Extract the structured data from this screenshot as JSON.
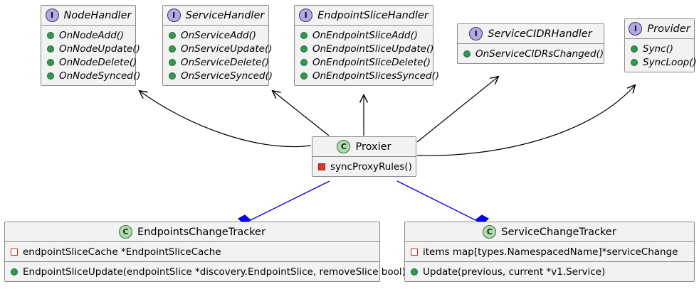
{
  "diagram": {
    "kind": "uml-class-diagram",
    "colors": {
      "box_fill": "#f2f2f2",
      "box_border": "#8a8a8a",
      "interface_icon": "#b4a7e5",
      "class_icon": "#adddab",
      "public_marker": "#2f9a4f",
      "private_method_marker": "#e5342f",
      "private_field_marker": "#cc2a26",
      "inheritance_edge": "#000000",
      "composition_edge": "#0000ff"
    }
  },
  "nodes": {
    "node_handler": {
      "stereotype": "I",
      "stereotype_name": "interface",
      "title": "NodeHandler",
      "members": [
        {
          "visibility": "public",
          "marker": "circle",
          "text": "OnNodeAdd()"
        },
        {
          "visibility": "public",
          "marker": "circle",
          "text": "OnNodeUpdate()"
        },
        {
          "visibility": "public",
          "marker": "circle",
          "text": "OnNodeDelete()"
        },
        {
          "visibility": "public",
          "marker": "circle",
          "text": "OnNodeSynced()"
        }
      ]
    },
    "service_handler": {
      "stereotype": "I",
      "stereotype_name": "interface",
      "title": "ServiceHandler",
      "members": [
        {
          "visibility": "public",
          "marker": "circle",
          "text": "OnServiceAdd()"
        },
        {
          "visibility": "public",
          "marker": "circle",
          "text": "OnServiceUpdate()"
        },
        {
          "visibility": "public",
          "marker": "circle",
          "text": "OnServiceDelete()"
        },
        {
          "visibility": "public",
          "marker": "circle",
          "text": "OnServiceSynced()"
        }
      ]
    },
    "endpoint_slice_handler": {
      "stereotype": "I",
      "stereotype_name": "interface",
      "title": "EndpointSliceHandler",
      "members": [
        {
          "visibility": "public",
          "marker": "circle",
          "text": "OnEndpointSliceAdd()"
        },
        {
          "visibility": "public",
          "marker": "circle",
          "text": "OnEndpointSliceUpdate()"
        },
        {
          "visibility": "public",
          "marker": "circle",
          "text": "OnEndpointSliceDelete()"
        },
        {
          "visibility": "public",
          "marker": "circle",
          "text": "OnEndpointSlicesSynced()"
        }
      ]
    },
    "service_cidr_handler": {
      "stereotype": "I",
      "stereotype_name": "interface",
      "title": "ServiceCIDRHandler",
      "members": [
        {
          "visibility": "public",
          "marker": "circle",
          "text": "OnServiceCIDRsChanged()"
        }
      ]
    },
    "provider": {
      "stereotype": "I",
      "stereotype_name": "interface",
      "title": "Provider",
      "members": [
        {
          "visibility": "public",
          "marker": "circle",
          "text": "Sync()"
        },
        {
          "visibility": "public",
          "marker": "circle",
          "text": "SyncLoop()"
        }
      ]
    },
    "proxier": {
      "stereotype": "C",
      "stereotype_name": "class",
      "title": "Proxier",
      "members": [
        {
          "visibility": "private",
          "marker": "square",
          "text": "syncProxyRules()"
        }
      ]
    },
    "endpoints_change_tracker": {
      "stereotype": "C",
      "stereotype_name": "class",
      "title": "EndpointsChangeTracker",
      "fields": [
        {
          "visibility": "private",
          "marker": "hollow-square",
          "text": "endpointSliceCache *EndpointSliceCache"
        }
      ],
      "methods": [
        {
          "visibility": "public",
          "marker": "circle",
          "text": "EndpointSliceUpdate(endpointSlice *discovery.EndpointSlice, removeSlice bool)"
        }
      ]
    },
    "service_change_tracker": {
      "stereotype": "C",
      "stereotype_name": "class",
      "title": "ServiceChangeTracker",
      "fields": [
        {
          "visibility": "private",
          "marker": "hollow-square",
          "text": "items map[types.NamespacedName]*serviceChange"
        }
      ],
      "methods": [
        {
          "visibility": "public",
          "marker": "circle",
          "text": "Update(previous, current *v1.Service)"
        }
      ]
    }
  },
  "edges": [
    {
      "from": "proxier",
      "to": "node_handler",
      "type": "realization",
      "color": "#000000"
    },
    {
      "from": "proxier",
      "to": "service_handler",
      "type": "realization",
      "color": "#000000"
    },
    {
      "from": "proxier",
      "to": "endpoint_slice_handler",
      "type": "realization",
      "color": "#000000"
    },
    {
      "from": "proxier",
      "to": "service_cidr_handler",
      "type": "realization",
      "color": "#000000"
    },
    {
      "from": "proxier",
      "to": "provider",
      "type": "realization",
      "color": "#000000"
    },
    {
      "from": "proxier",
      "to": "endpoints_change_tracker",
      "type": "composition",
      "color": "#0000ff"
    },
    {
      "from": "proxier",
      "to": "service_change_tracker",
      "type": "composition",
      "color": "#0000ff"
    }
  ]
}
